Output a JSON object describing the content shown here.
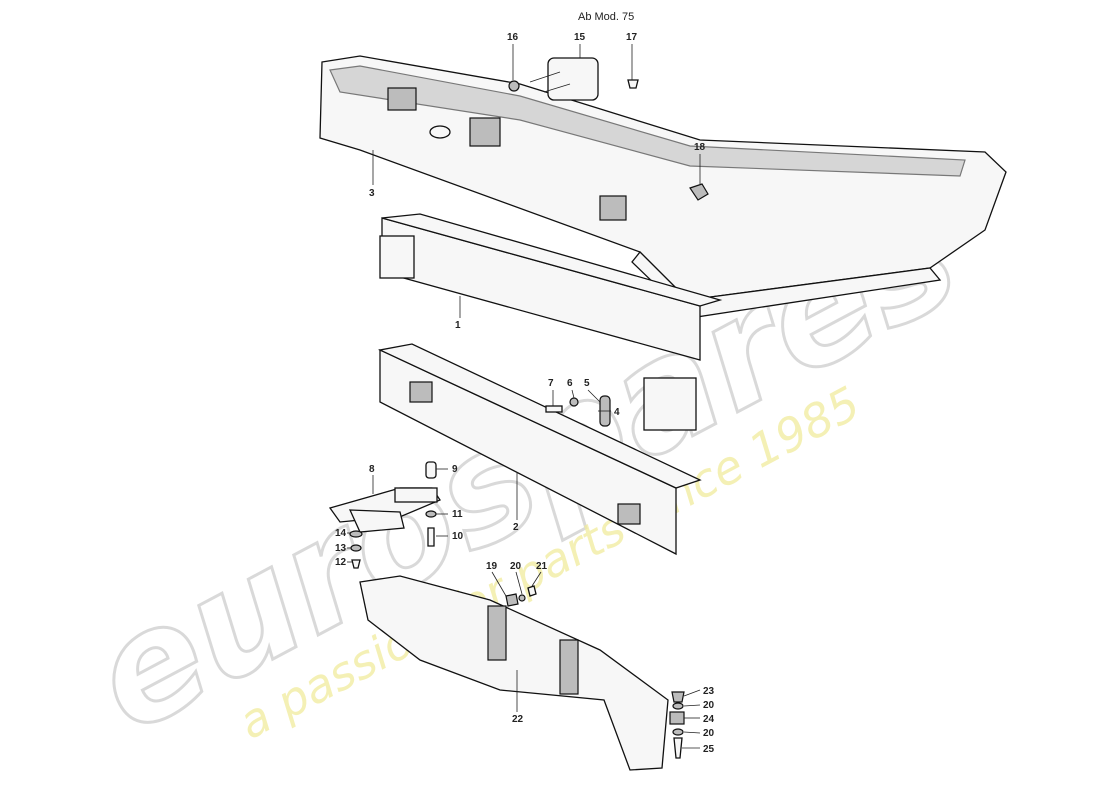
{
  "header": {
    "model_note": "Ab Mod. 75"
  },
  "watermark": {
    "brand": "eurospares",
    "tagline": "a passion for parts since 1985",
    "brand_color": "#d9d9d9",
    "tagline_color": "#f1ec9d"
  },
  "callouts": [
    "1",
    "2",
    "3",
    "4",
    "5",
    "6",
    "7",
    "8",
    "9",
    "10",
    "11",
    "12",
    "13",
    "14",
    "15",
    "16",
    "17",
    "18",
    "19",
    "20",
    "20",
    "20",
    "21",
    "22",
    "23",
    "24",
    "25"
  ]
}
